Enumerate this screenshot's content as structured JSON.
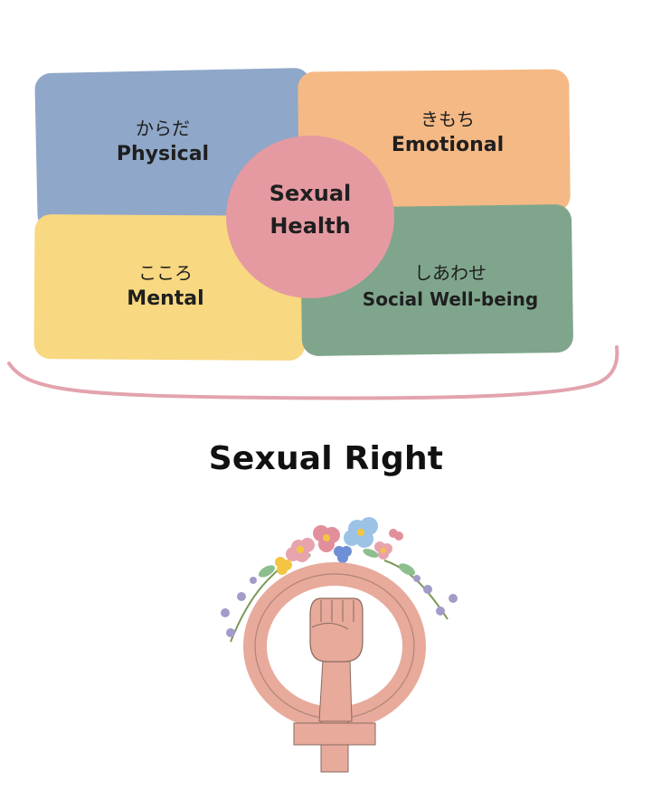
{
  "diagram": {
    "quadrants": [
      {
        "jp": "からだ",
        "en": "Physical",
        "color": "#8fa7c8"
      },
      {
        "jp": "きもち",
        "en": "Emotional",
        "color": "#f5b985"
      },
      {
        "jp": "こころ",
        "en": "Mental",
        "color": "#f8d880"
      },
      {
        "jp": "しあわせ",
        "en": "Social Well-being",
        "color": "#7fa68c"
      }
    ],
    "center": {
      "line1": "Sexual",
      "line2": "Health",
      "color": "#e59aa1"
    },
    "bracket_color": "#e3a3ae"
  },
  "bottom": {
    "title": "Sexual Right",
    "emblem_icon": "female-fist-symbol-icon",
    "emblem_color": "#e7aa9b"
  }
}
